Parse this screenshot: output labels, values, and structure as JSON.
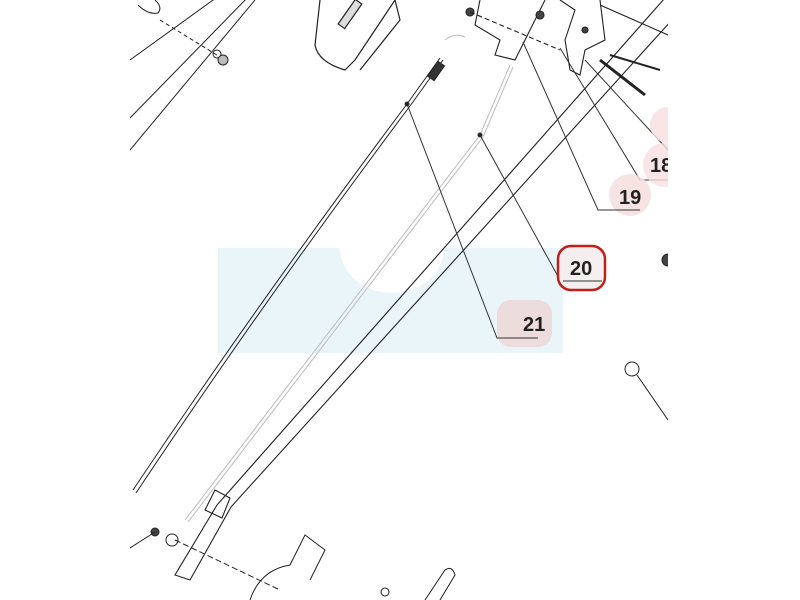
{
  "diagram": {
    "callouts": [
      {
        "number": "18",
        "highlighted": false
      },
      {
        "number": "19",
        "highlighted": false
      },
      {
        "number": "20",
        "highlighted": true
      },
      {
        "number": "21",
        "highlighted": false
      }
    ],
    "colors": {
      "line": "#222222",
      "callout_fill": "#f7dede",
      "highlight_ring": "#c0201a",
      "watermark": "#eaf5fa"
    }
  }
}
